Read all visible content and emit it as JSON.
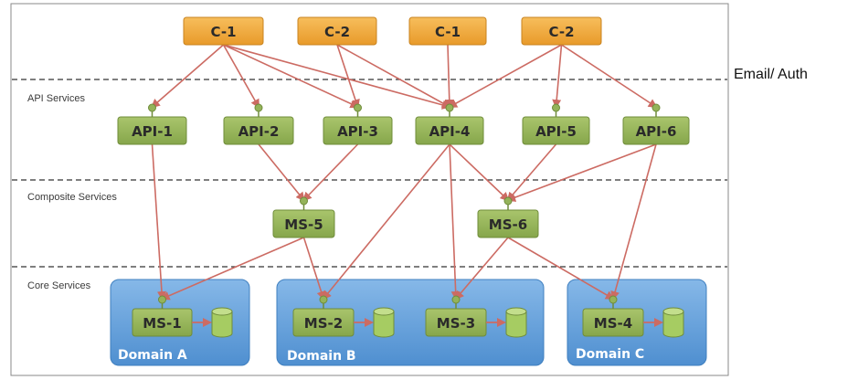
{
  "layers": [
    {
      "id": "api",
      "label": "API Services"
    },
    {
      "id": "composite",
      "label": "Composite Services"
    },
    {
      "id": "core",
      "label": "Core Services"
    }
  ],
  "clients": [
    {
      "id": "c1a",
      "label": "C-1"
    },
    {
      "id": "c2a",
      "label": "C-2"
    },
    {
      "id": "c1b",
      "label": "C-1"
    },
    {
      "id": "c2b",
      "label": "C-2"
    }
  ],
  "apis": [
    {
      "id": "api1",
      "label": "API-1"
    },
    {
      "id": "api2",
      "label": "API-2"
    },
    {
      "id": "api3",
      "label": "API-3"
    },
    {
      "id": "api4",
      "label": "API-4"
    },
    {
      "id": "api5",
      "label": "API-5"
    },
    {
      "id": "api6",
      "label": "API-6"
    }
  ],
  "composites": [
    {
      "id": "ms5",
      "label": "MS-5"
    },
    {
      "id": "ms6",
      "label": "MS-6"
    }
  ],
  "domains": [
    {
      "id": "domA",
      "label": "Domain A"
    },
    {
      "id": "domB",
      "label": "Domain B"
    },
    {
      "id": "domC",
      "label": "Domain C"
    }
  ],
  "cores": [
    {
      "id": "ms1",
      "label": "MS-1",
      "domain": "domA"
    },
    {
      "id": "ms2",
      "label": "MS-2",
      "domain": "domB"
    },
    {
      "id": "ms3",
      "label": "MS-3",
      "domain": "domB"
    },
    {
      "id": "ms4",
      "label": "MS-4",
      "domain": "domC"
    }
  ],
  "edges": [
    [
      "c1a",
      "api1"
    ],
    [
      "c1a",
      "api2"
    ],
    [
      "c1a",
      "api3"
    ],
    [
      "c1a",
      "api4"
    ],
    [
      "c2a",
      "api3"
    ],
    [
      "c2a",
      "api4"
    ],
    [
      "c1b",
      "api4"
    ],
    [
      "c2b",
      "api4"
    ],
    [
      "c2b",
      "api5"
    ],
    [
      "c2b",
      "api6"
    ],
    [
      "api2",
      "ms5"
    ],
    [
      "api3",
      "ms5"
    ],
    [
      "api4",
      "ms6"
    ],
    [
      "api5",
      "ms6"
    ],
    [
      "api6",
      "ms6"
    ],
    [
      "api1",
      "ms1"
    ],
    [
      "ms5",
      "ms1"
    ],
    [
      "ms5",
      "ms2"
    ],
    [
      "api4",
      "ms2"
    ],
    [
      "api4",
      "ms3"
    ],
    [
      "ms6",
      "ms3"
    ],
    [
      "ms6",
      "ms4"
    ],
    [
      "api6",
      "ms4"
    ]
  ],
  "side_label": "Email/ Auth",
  "colors": {
    "client_fill": "#f2a93b",
    "service_fill": "#94b35a",
    "domain_fill": "#6fa6dc",
    "db_fill": "#a6cc62",
    "edge": "#cc6b63",
    "dashed": "#333333",
    "frame": "#8a8a8a"
  }
}
